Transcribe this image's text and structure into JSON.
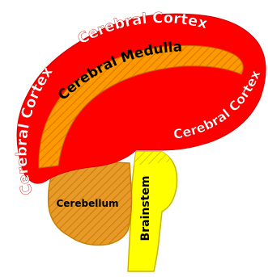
{
  "labels": {
    "cortex_top": "Cerebral Cortex",
    "cortex_left": "Cerebral Cortex",
    "cortex_right": "Cerebral Cortex",
    "medulla": "Cerebral Medulla",
    "cerebellum": "Cerebellum",
    "brainstem": "Brainstem"
  },
  "colors": {
    "cortex": "#ff0000",
    "medulla": "#ff9900",
    "cerebellum": "#e89a28",
    "brainstem": "#ffff00",
    "outline": "#c98000"
  }
}
